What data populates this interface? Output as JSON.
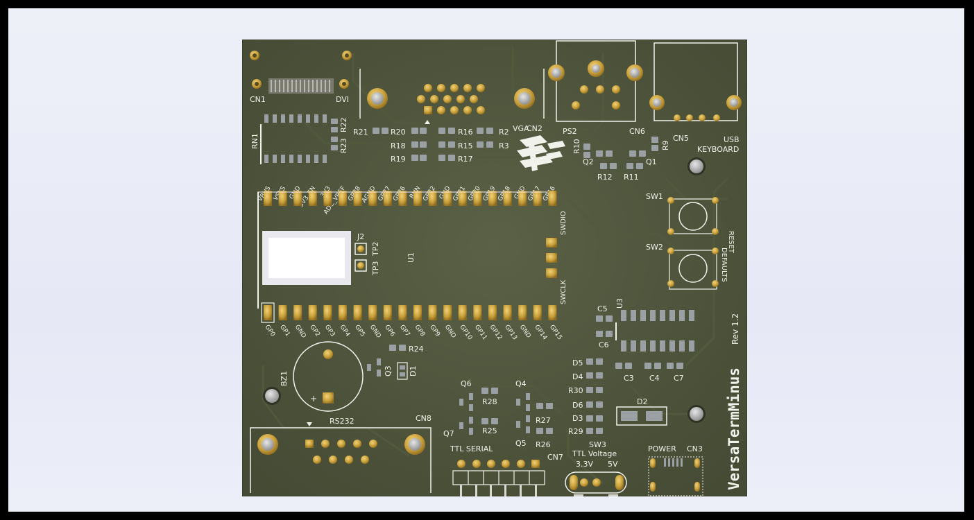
{
  "board": {
    "name": "VersaTermMinus",
    "revision": "Rev 1.2",
    "colors": {
      "background_viewer": "#e9ebf7",
      "pcb": "#4a5138",
      "silk": "#f2f2ec",
      "gold": "#c9a03a"
    }
  },
  "connectors": {
    "cn1": "CN1",
    "dvi": "DVI",
    "vga_label": "VGA",
    "cn2": "CN2",
    "ps2": "PS2",
    "cn6": "CN6",
    "cn5": "CN5",
    "usb": "USB",
    "keyboard": "KEYBOARD",
    "cn8": "CN8",
    "rs232": "RS232",
    "cn7": "CN7",
    "ttl_serial": "TTL SERIAL",
    "cn3": "CN3",
    "power": "POWER"
  },
  "resistors": {
    "r21": "R21",
    "r20": "R20",
    "r16": "R16",
    "r2": "R2",
    "r18": "R18",
    "r15": "R15",
    "r3": "R3",
    "r19": "R19",
    "r17": "R17",
    "r22": "R22",
    "r23": "R23",
    "rn1": "RN1",
    "r10": "R10",
    "r9": "R9",
    "r12": "R12",
    "r11": "R11",
    "r24": "R24",
    "r28": "R28",
    "r25": "R25",
    "r27": "R27",
    "r26": "R26",
    "r30": "R30",
    "r29": "R29"
  },
  "parts": {
    "q2": "Q2",
    "q1": "Q1",
    "q3": "Q3",
    "q4": "Q4",
    "q5": "Q5",
    "q6": "Q6",
    "q7": "Q7",
    "d1": "D1",
    "d2": "D2",
    "d3": "D3",
    "d4": "D4",
    "d5": "D5",
    "d6": "D6",
    "c3": "C3",
    "c4": "C4",
    "c5": "C5",
    "c6": "C6",
    "c7": "C7",
    "u1": "U1",
    "u3": "U3",
    "j2": "J2",
    "tp2": "TP2",
    "tp3": "TP3",
    "bz1": "BZ1",
    "plus": "+"
  },
  "switches": {
    "sw1": "SW1",
    "reset": "RESET",
    "sw2": "SW2",
    "defaults": "DEFAULTS",
    "sw3": "SW3",
    "ttl_voltage": "TTL Voltage",
    "v33": "3.3V",
    "v5": "5V"
  },
  "debug": {
    "swdio": "SWDIO",
    "swclk": "SWCLK"
  },
  "pico_top_pins": [
    "VBUS",
    "VSYS",
    "GND",
    "3V3_EN",
    "3V3",
    "ADC_VREF",
    "GP28",
    "AGND",
    "GP27",
    "GP26",
    "RUN",
    "GP22",
    "GND",
    "GP21",
    "GP20",
    "GP19",
    "GP18",
    "GND",
    "GP17",
    "GP16"
  ],
  "pico_bottom_pins": [
    "GP0",
    "GP1",
    "GND",
    "GP2",
    "GP3",
    "GP4",
    "GP5",
    "GND",
    "GP6",
    "GP7",
    "GP8",
    "GP9",
    "GND",
    "GP10",
    "GP11",
    "GP12",
    "GP13",
    "GND",
    "GP14",
    "GP15"
  ]
}
